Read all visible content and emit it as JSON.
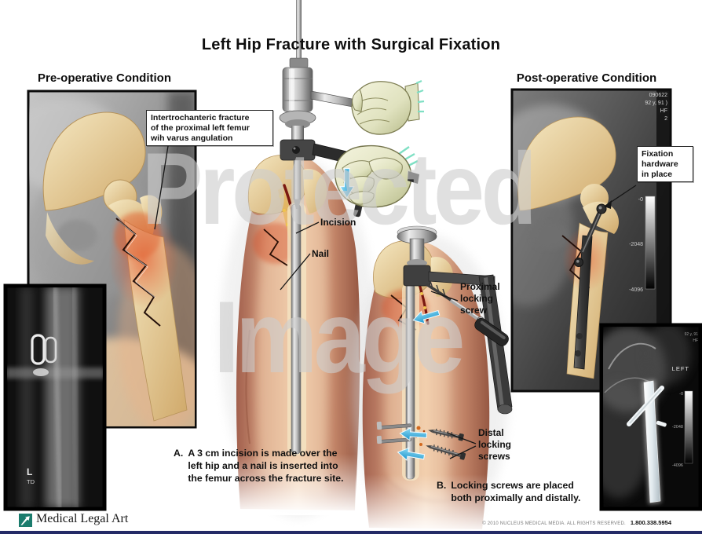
{
  "title": "Left Hip Fracture with Surgical Fixation",
  "watermark": {
    "line1": "Protected",
    "line2": "Image"
  },
  "pre_op": {
    "heading": "Pre-operative Condition",
    "fracture_callout": "Intertrochanteric fracture\nof the proximal left femur\nwih varus angulation",
    "xray_inset": {
      "side_marker": "L",
      "tech_initials": "TD"
    }
  },
  "procedure": {
    "labels": {
      "incision": "Incision",
      "nail": "Nail",
      "proximal": "Proximal\nlocking\nscrew",
      "distal": "Distal\nlocking\nscrews"
    },
    "steps": [
      {
        "letter": "A.",
        "text": "A 3 cm incision is made over the\nleft hip and a nail is inserted into\nthe femur across the fracture site."
      },
      {
        "letter": "B.",
        "text": "Locking screws are placed\nboth proximally and distally."
      }
    ]
  },
  "post_op": {
    "heading": "Post-operative Condition",
    "hardware_callout": "Fixation\nhardware\nin place",
    "xray_header": [
      "090622",
      "92 y, 91 )",
      "HF",
      "2"
    ],
    "scale_labels": [
      "-0",
      "-2048",
      "-4096"
    ]
  },
  "post_op_inset": {
    "side_label": "LEFT",
    "header": [
      "92 y, 91",
      "HF"
    ],
    "scale_labels": [
      "-0",
      "-2048",
      "-4096"
    ]
  },
  "footer": {
    "brand": "Medical Legal Art",
    "copyright": "© 2010 NUCLEUS MEDICAL MEDIA. ALL RIGHTS RESERVED.",
    "phone": "1.800.338.5954"
  },
  "colors": {
    "arrow_blue": "#3eb6e8",
    "logo_teal": "#1b7c6d",
    "bottom_bar": "#242b66",
    "fracture_red": "#d8542e",
    "bone_tan": "#e8d5a8"
  }
}
